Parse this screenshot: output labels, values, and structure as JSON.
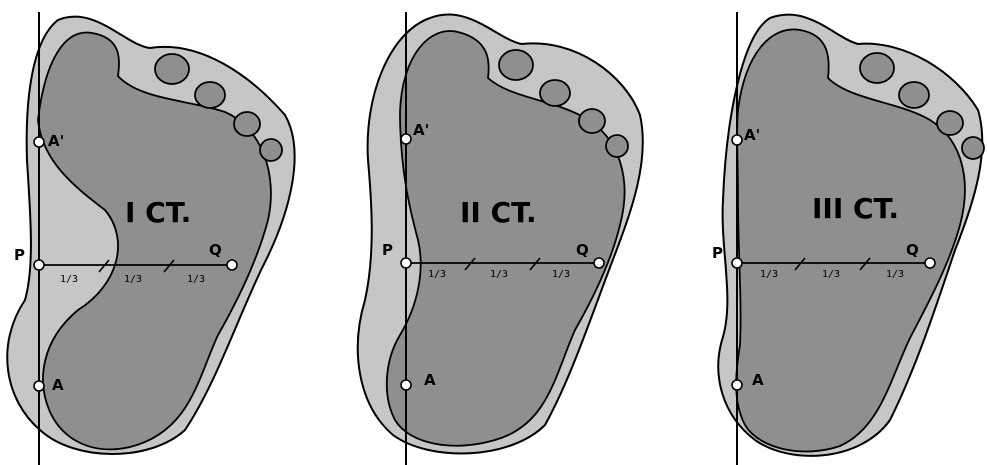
{
  "panels": [
    {
      "title": "I CT.",
      "labels": {
        "a_prime": "A'",
        "p": "P",
        "q": "Q",
        "a": "A"
      },
      "thirds": [
        "1/3",
        "1/3",
        "1/3"
      ]
    },
    {
      "title": "II CT.",
      "labels": {
        "a_prime": "A'",
        "p": "P",
        "q": "Q",
        "a": "A"
      },
      "thirds": [
        "1/3",
        "1/3",
        "1/3"
      ]
    },
    {
      "title": "III CT.",
      "labels": {
        "a_prime": "A'",
        "p": "P",
        "q": "Q",
        "a": "A"
      },
      "thirds": [
        "1/3",
        "1/3",
        "1/3"
      ]
    }
  ],
  "colors": {
    "outer_sole": "#c6c6c6",
    "footprint": "#8f8f8f",
    "outline": "#000000",
    "point_fill": "#ffffff"
  }
}
